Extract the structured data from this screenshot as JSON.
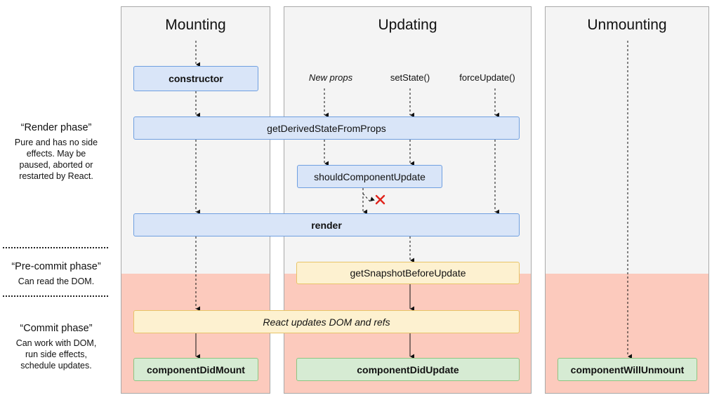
{
  "columns": {
    "mounting": "Mounting",
    "updating": "Updating",
    "unmounting": "Unmounting"
  },
  "triggers": {
    "new_props": "New props",
    "set_state": "setState()",
    "force_update": "forceUpdate()"
  },
  "nodes": {
    "constructor": "constructor",
    "get_derived_state_from_props": "getDerivedStateFromProps",
    "should_component_update": "shouldComponentUpdate",
    "render": "render",
    "get_snapshot_before_update": "getSnapshotBeforeUpdate",
    "react_updates_dom": "React updates DOM and refs",
    "component_did_mount": "componentDidMount",
    "component_did_update": "componentDidUpdate",
    "component_will_unmount": "componentWillUnmount"
  },
  "phases": {
    "render_title": "“Render phase”",
    "render_desc": [
      "Pure and has no side",
      "effects. May be",
      "paused, aborted or",
      "restarted by React."
    ],
    "precommit_title": "“Pre-commit phase”",
    "precommit_desc": [
      "Can read the DOM."
    ],
    "commit_title": "“Commit phase”",
    "commit_desc": [
      "Can work with DOM,",
      "run side effects,",
      "schedule updates."
    ]
  },
  "colors": {
    "phase_background_render": "#f4f4f4",
    "phase_background_commit": "#fccabd",
    "box_blue": "#d9e5f8",
    "box_yellow": "#fdf1d0",
    "box_green": "#d6ebd3",
    "cancel_mark": "#e0241b"
  }
}
